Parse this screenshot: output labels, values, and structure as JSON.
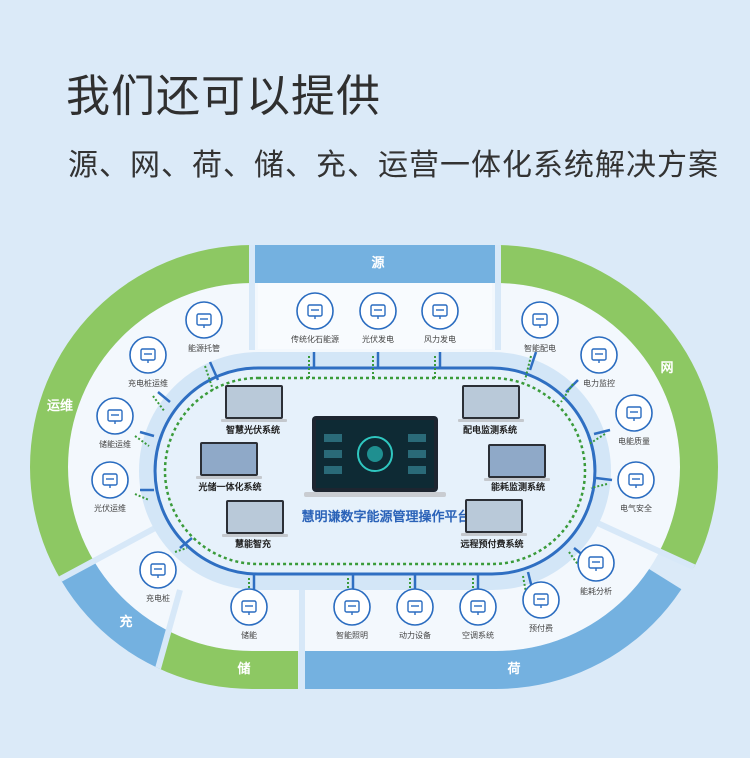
{
  "header": {
    "title": "我们还可以提供",
    "subtitle": "源、网、荷、储、充、运营一体化系统解决方案"
  },
  "colors": {
    "background": "#dbeaf8",
    "green": "#8dc863",
    "blue": "#74b1e0",
    "accent": "#2a6cc0",
    "dotted": "#3a9b3a"
  },
  "segments": {
    "source": "源",
    "grid": "网",
    "load": "荷",
    "storage": "储",
    "charge": "充",
    "ops": "运维"
  },
  "nodes": {
    "source": [
      {
        "label": "传统化石能源",
        "icon": "power-plant-icon"
      },
      {
        "label": "光伏发电",
        "icon": "solar-panel-icon"
      },
      {
        "label": "风力发电",
        "icon": "wind-turbine-icon"
      }
    ],
    "ops": [
      {
        "label": "能源托管",
        "icon": "cloud-hand-icon"
      },
      {
        "label": "充电桩运维",
        "icon": "charger-icon"
      },
      {
        "label": "储能运维",
        "icon": "battery-icon"
      },
      {
        "label": "光伏运维",
        "icon": "solar-panel-icon"
      }
    ],
    "grid": [
      {
        "label": "智能配电",
        "icon": "monitor-icon"
      },
      {
        "label": "电力监控",
        "icon": "building-chart-icon"
      },
      {
        "label": "电能质量",
        "icon": "waveform-icon"
      },
      {
        "label": "电气安全",
        "icon": "alarm-bell-icon"
      }
    ],
    "charge": [
      {
        "label": "充电桩",
        "icon": "charger-icon"
      }
    ],
    "storage": [
      {
        "label": "储能",
        "icon": "battery-icon"
      }
    ],
    "load": [
      {
        "label": "智能照明",
        "icon": "lightbulb-icon"
      },
      {
        "label": "动力设备",
        "icon": "transformer-icon"
      },
      {
        "label": "空调系统",
        "icon": "air-conditioner-icon"
      },
      {
        "label": "预付费",
        "icon": "prepaid-phone-icon"
      },
      {
        "label": "能耗分析",
        "icon": "analytics-icon"
      }
    ]
  },
  "platform": {
    "title": "慧明谦数字能源管理操作平台",
    "systems_left": [
      "智慧光伏系统",
      "光储一体化系统",
      "慧能智充"
    ],
    "systems_right": [
      "配电监测系统",
      "能耗监测系统",
      "远程预付费系统"
    ]
  }
}
